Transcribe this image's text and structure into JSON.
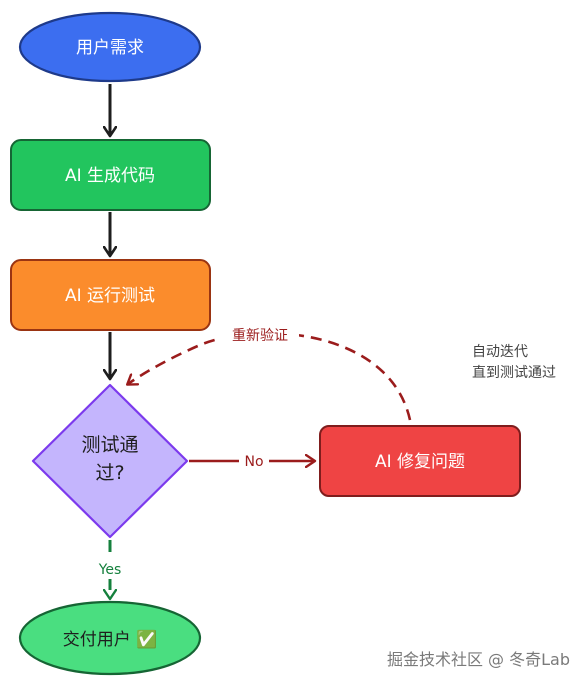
{
  "diagram": {
    "nodes": {
      "user_needs": {
        "label": "用户需求",
        "color": "#3c6ef0"
      },
      "ai_generate": {
        "label": "AI 生成代码",
        "color": "#22c55e"
      },
      "ai_run_test": {
        "label": "AI 运行测试",
        "color": "#fb8c2c"
      },
      "test_pass": {
        "label_line1": "测试通",
        "label_line2": "过?",
        "color": "#c4b5fd"
      },
      "ai_fix": {
        "label": "AI 修复问题",
        "color": "#ef4444"
      },
      "deliver": {
        "label": "交付用户 ✅",
        "color": "#4ade80"
      }
    },
    "edges": {
      "no_label": "No",
      "yes_label": "Yes",
      "reverify_label": "重新验证"
    },
    "note": {
      "line1": "自动迭代",
      "line2": "直到测试通过"
    },
    "colors": {
      "arrow_dark": "#1e1e1e",
      "arrow_red": "#9b1c1c",
      "arrow_green": "#15803d"
    }
  },
  "watermark": "掘金技术社区 @ 冬奇Lab"
}
